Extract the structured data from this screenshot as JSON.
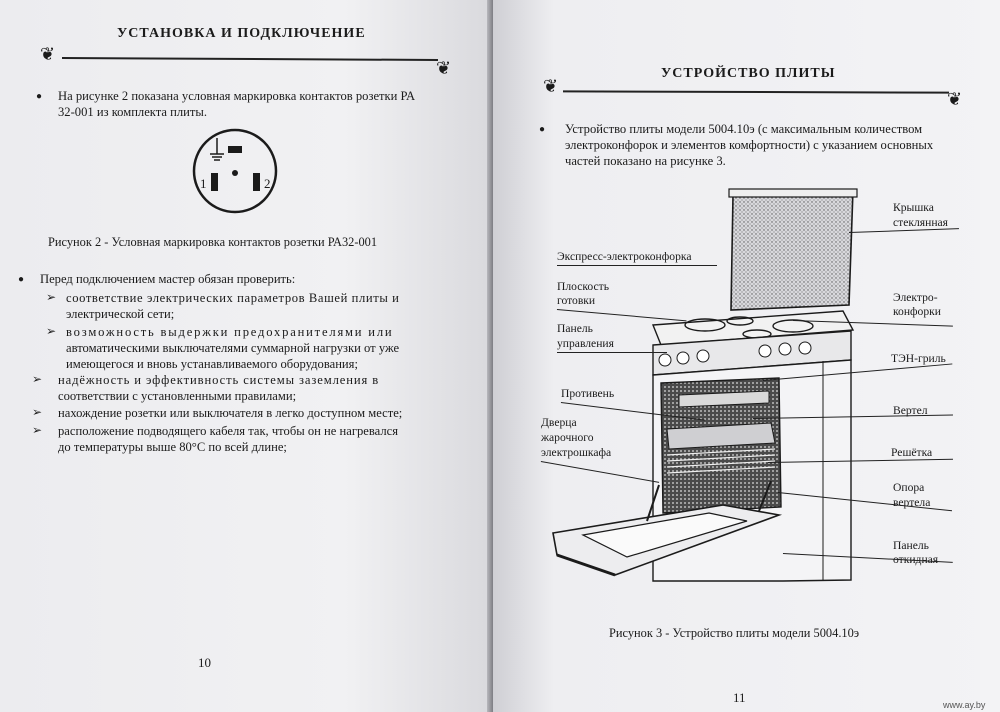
{
  "left_page": {
    "header": "УСТАНОВКА И ПОДКЛЮЧЕНИЕ",
    "intro_line1": "На рисунке 2 показана условная маркировка контактов розетки РА",
    "intro_line2": "32-001 из комплекта плиты.",
    "socket_labels": {
      "left": "1",
      "right": "2"
    },
    "figure_caption": "Рисунок 2 - Условная маркировка контактов розетки РА32-001",
    "check_intro": "Перед подключением мастер обязан проверить:",
    "checks": [
      {
        "lines": [
          "соответствие электрических параметров Вашей плиты и",
          "электрической сети;"
        ]
      },
      {
        "lines": [
          "возможность выдержки предохранителями или",
          "автоматическими выключателями суммарной нагрузки от уже",
          "имеющегося и вновь устанавливаемого оборудования;"
        ]
      },
      {
        "lines": [
          "надёжность и эффективность системы заземления в",
          "соответствии с установленными правилами;"
        ]
      },
      {
        "lines": [
          "нахождение розетки или выключателя в легко доступном месте;"
        ]
      },
      {
        "lines": [
          "расположение подводящего кабеля так, чтобы он не нагревался",
          "до температуры выше 80°С по всей длине;"
        ]
      }
    ],
    "page_number": "10"
  },
  "right_page": {
    "header": "УСТРОЙСТВО ПЛИТЫ",
    "intro_lines": [
      "Устройство плиты модели 5004.10э (с максимальным количеством",
      "электроконфорок и элементов комфортности) с указанием основных",
      "частей показано на рисунке 3."
    ],
    "labels": {
      "express": "Экспресс-электроконфорка",
      "surface": [
        "Плоскость",
        "готовки"
      ],
      "panel": [
        "Панель",
        "управления"
      ],
      "tray": "Противень",
      "door": [
        "Дверца",
        "жарочного",
        "электрошкафа"
      ],
      "lid": [
        "Крышка",
        "стеклянная"
      ],
      "burners": [
        "Электро-",
        "конфорки"
      ],
      "grill": "ТЭН-гриль",
      "spit": "Вертел",
      "rack": "Решётка",
      "support": [
        "Опора",
        "вертела"
      ],
      "drop_panel": [
        "Панель",
        "откидная"
      ]
    },
    "figure_caption": "Рисунок 3 - Устройство плиты модели 5004.10э",
    "page_number": "11",
    "watermark": "www.ay.by"
  }
}
